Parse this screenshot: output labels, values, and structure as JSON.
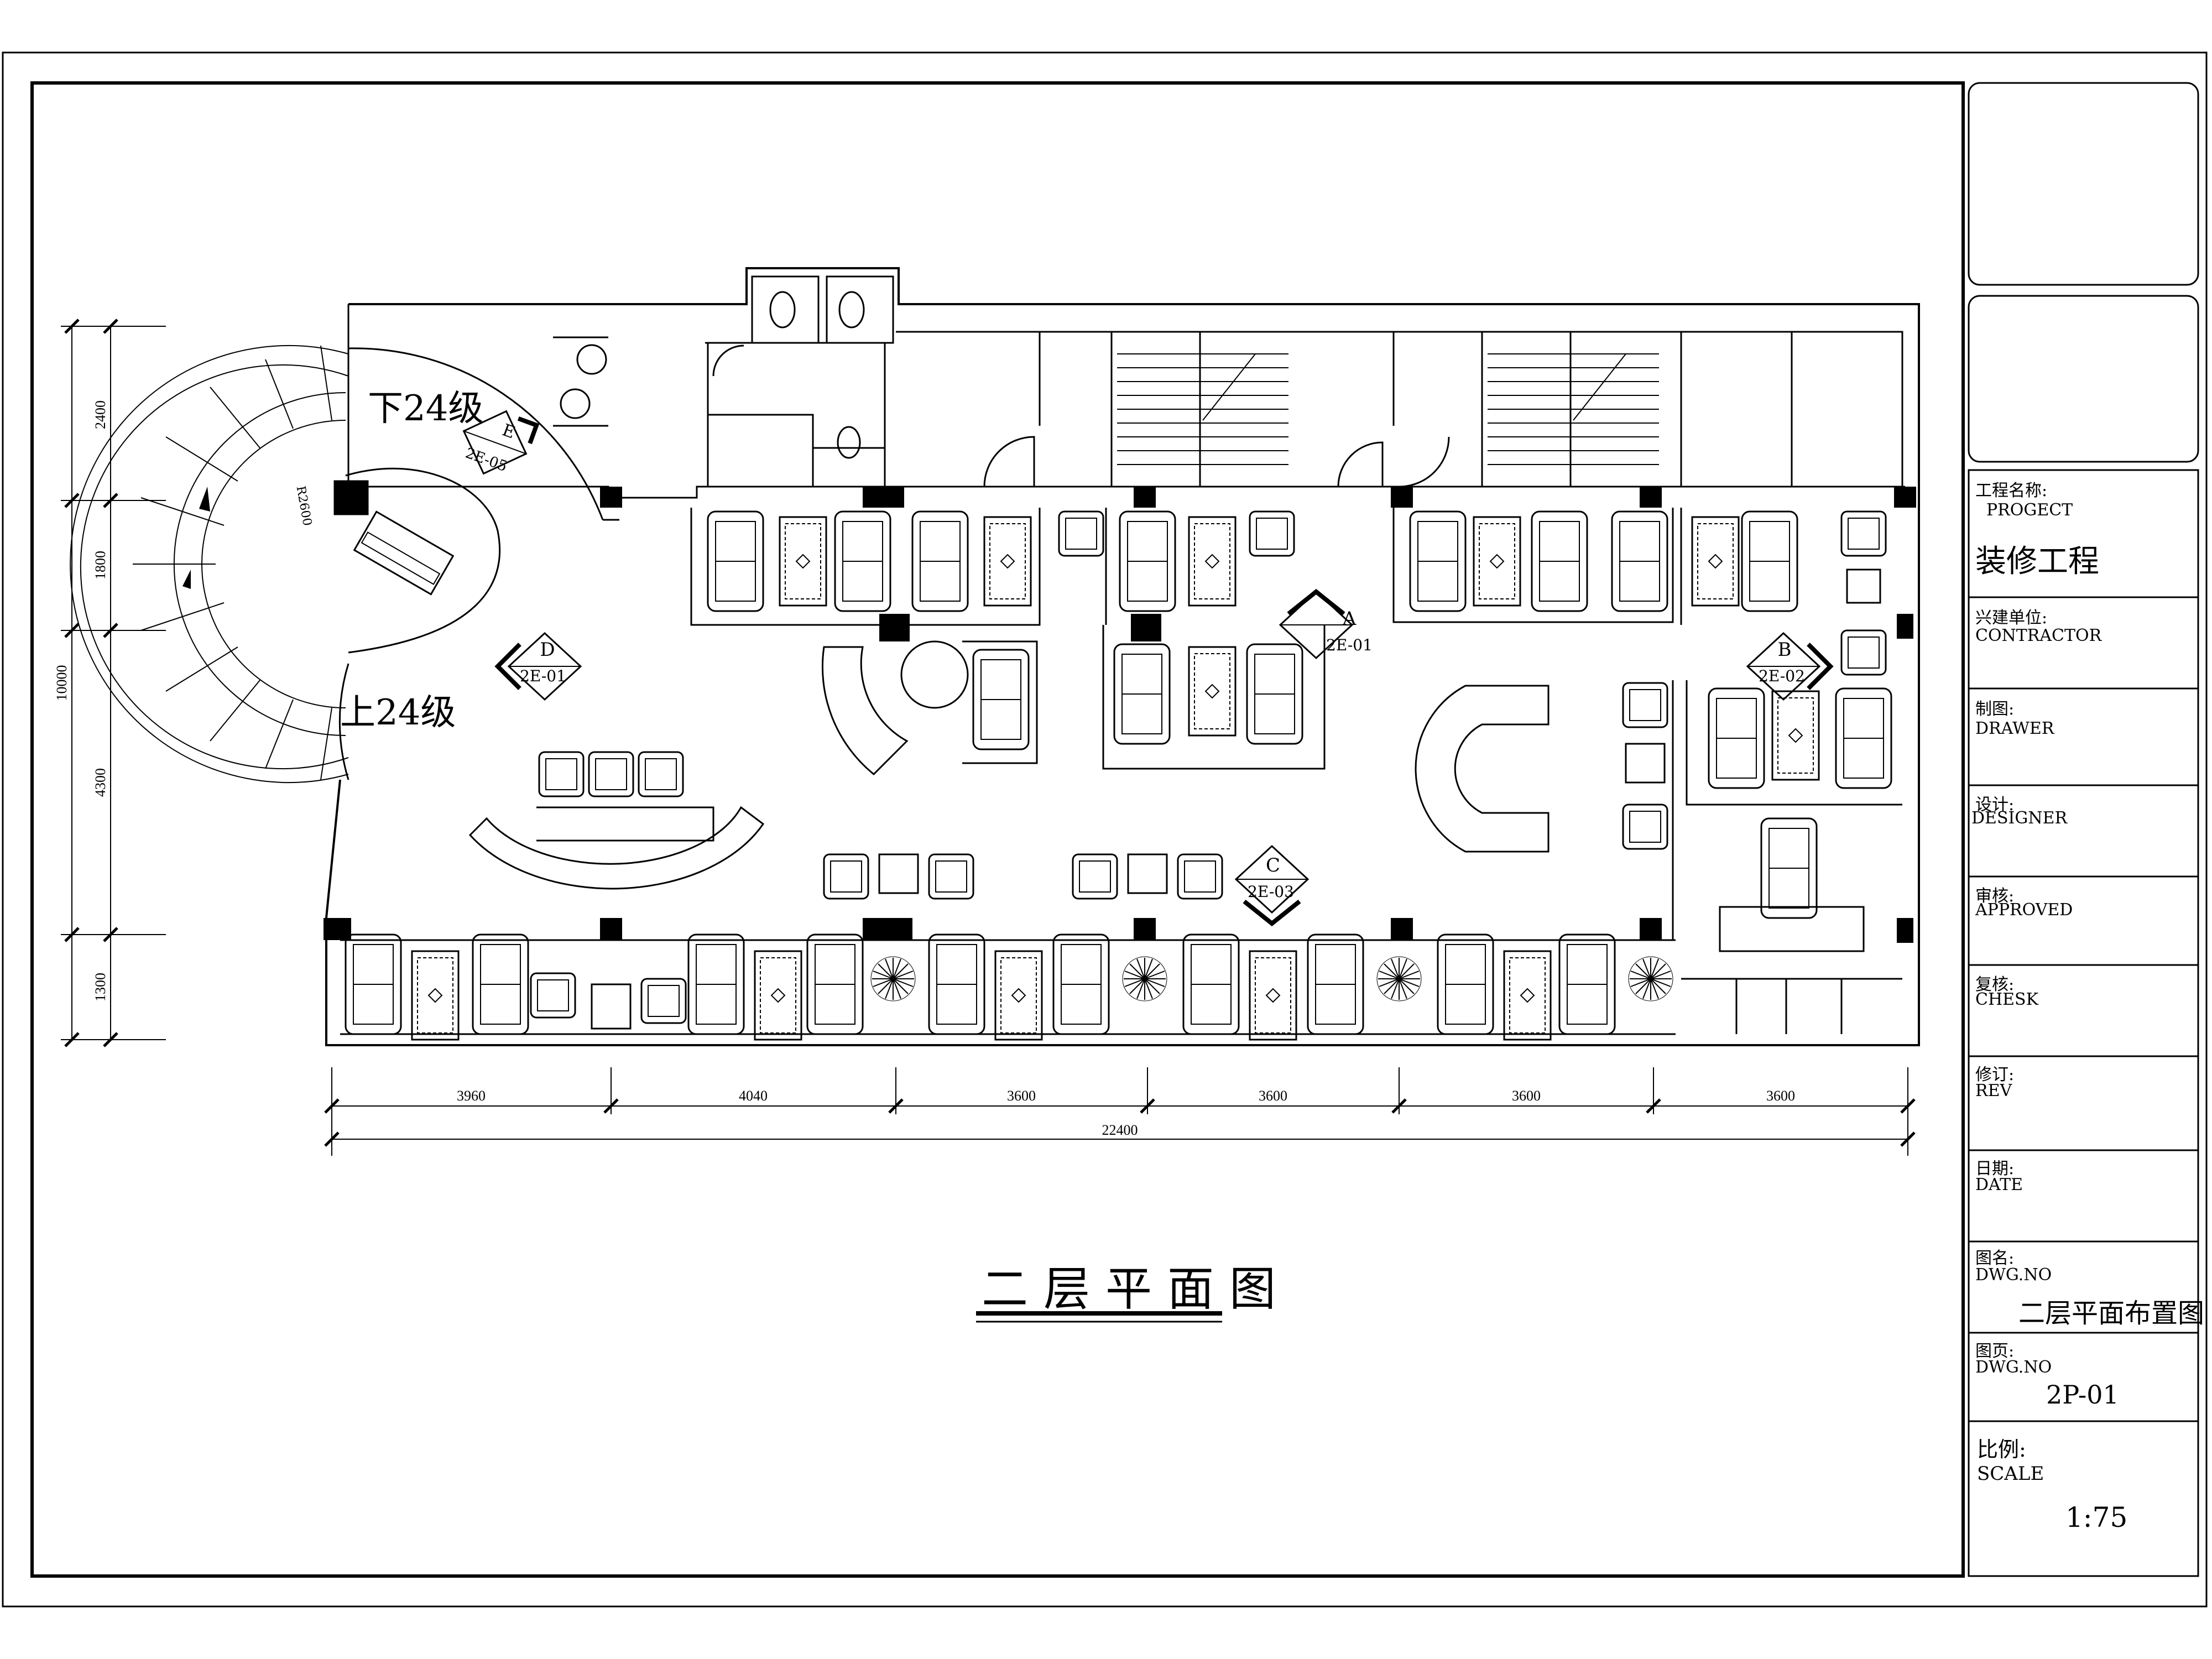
{
  "drawing": {
    "title": "二层平面图",
    "labels": {
      "stair_down": "下24级",
      "stair_up": "上24级",
      "radius": "R2600"
    },
    "section_marks": [
      {
        "letter": "A",
        "ref": "2E-01"
      },
      {
        "letter": "B",
        "ref": "2E-02"
      },
      {
        "letter": "C",
        "ref": "2E-03"
      },
      {
        "letter": "D",
        "ref": "2E-01"
      },
      {
        "letter": "E",
        "ref": "2E-05"
      }
    ],
    "dimensions": {
      "horizontal": [
        "3960",
        "4040",
        "3600",
        "3600",
        "3600",
        "3600"
      ],
      "total": "22400",
      "vertical": [
        "2400",
        "1800",
        "4300",
        "1300"
      ],
      "vertical_total": "10000"
    }
  },
  "title_block": {
    "project_label_cn": "工程名称:",
    "project_label_en": "PROGECT",
    "project_name": "装修工程",
    "contractor_cn": "兴建单位:",
    "contractor_en": "CONTRACTOR",
    "drawer_cn": "制图:",
    "drawer_en": "DRAWER",
    "designer_cn": "设计:",
    "designer_en": "DESIGNER",
    "approved_cn": "审核:",
    "approved_en": "APPROVED",
    "check_cn": "复核:",
    "check_en": "CHESK",
    "rev_cn": "修订:",
    "rev_en": "REV",
    "date_cn": "日期:",
    "date_en": "DATE",
    "dwg_name_cn": "图名:",
    "dwg_name_en": "DWG.NO",
    "dwg_name": "二层平面布置图",
    "dwg_no_cn": "图页:",
    "dwg_no_en": "DWG.NO",
    "dwg_no": "2P-01",
    "scale_cn": "比例:",
    "scale_en": "SCALE",
    "scale": "1:75"
  }
}
